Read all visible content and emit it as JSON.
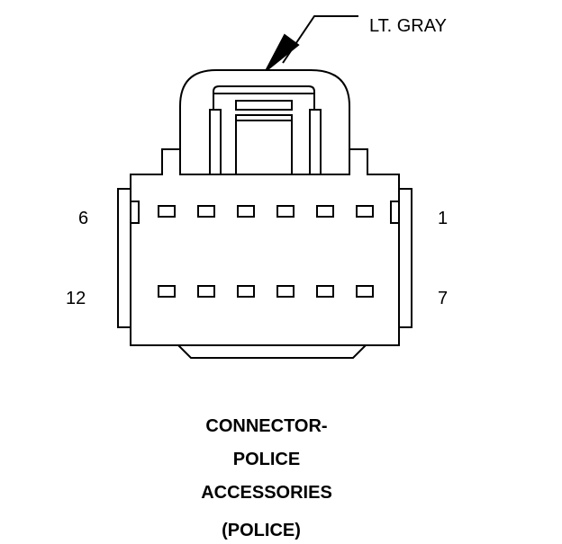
{
  "color_label": "LT. GRAY",
  "pins": {
    "top_left": "6",
    "top_right": "1",
    "bottom_left": "12",
    "bottom_right": "7"
  },
  "caption": {
    "line1": "CONNECTOR-",
    "line2": "POLICE",
    "line3": "ACCESSORIES",
    "line4": "(POLICE)"
  }
}
